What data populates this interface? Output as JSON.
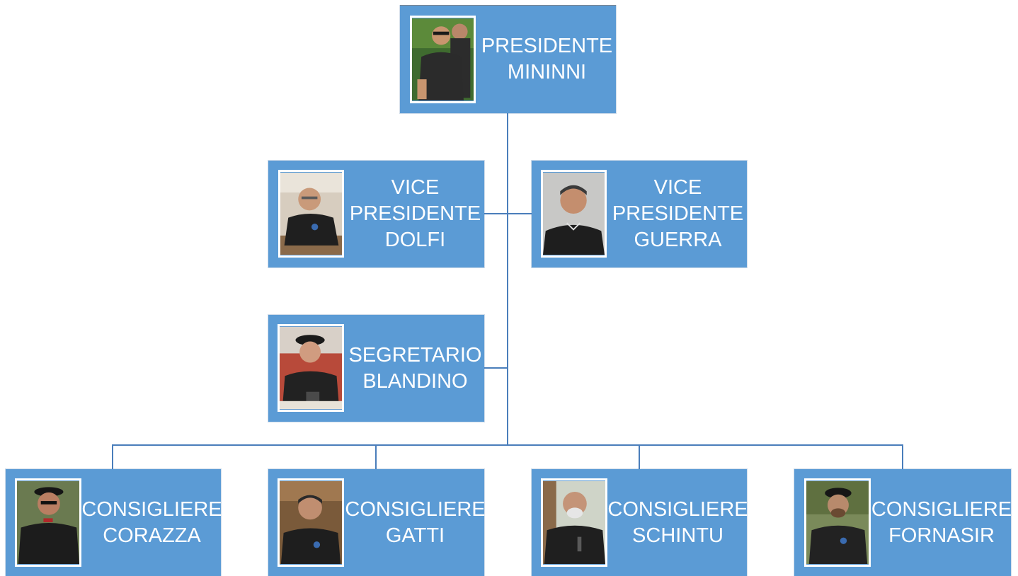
{
  "org_chart": {
    "president": {
      "lines": [
        "PRESIDENTE",
        "MININNI"
      ],
      "photo": "portrait-man-sunglasses-black-polo"
    },
    "vice_president_1": {
      "lines": [
        "VICE",
        "PRESIDENTE",
        "DOLFI"
      ],
      "photo": "portrait-man-glasses-black-polo-seated"
    },
    "vice_president_2": {
      "lines": [
        "VICE",
        "PRESIDENTE",
        "GUERRA"
      ],
      "photo": "portrait-man-smiling-black-polo"
    },
    "secretary": {
      "lines": [
        "SEGRETARIO",
        "BLANDINO"
      ],
      "photo": "portrait-elderly-man-beret-black-polo"
    },
    "councillors": [
      {
        "lines": [
          "CONSIGLIERE",
          "CORAZZA"
        ],
        "photo": "portrait-man-beret-sunglasses"
      },
      {
        "lines": [
          "CONSIGLIERE",
          "GATTI"
        ],
        "photo": "portrait-man-black-polo"
      },
      {
        "lines": [
          "CONSIGLIERE",
          "SCHINTU"
        ],
        "photo": "portrait-man-white-beard"
      },
      {
        "lines": [
          "CONSIGLIERE",
          "FORNASIR"
        ],
        "photo": "portrait-man-beret-beard"
      }
    ]
  },
  "colors": {
    "box_fill": "#5b9bd5",
    "connector": "#4a7ebb",
    "text": "#ffffff",
    "photo_border": "#ffffff"
  }
}
